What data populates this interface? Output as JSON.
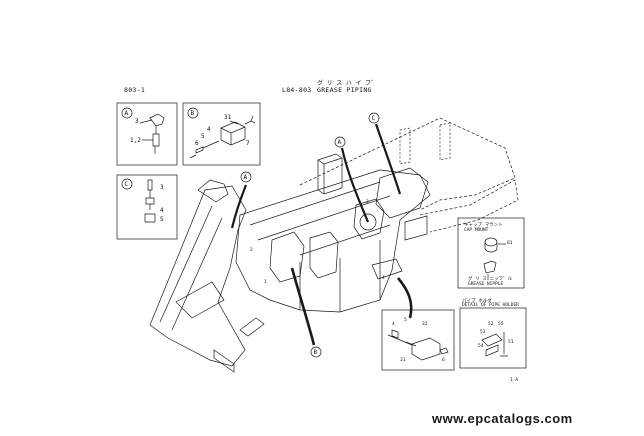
{
  "header": {
    "page_code": "803-1",
    "section_code": "L84-803",
    "title_jp": "グ リ ス ハ イ フ゜",
    "title_en": "GREASE PIPING"
  },
  "details": {
    "a": {
      "letter": "A",
      "labels": [
        "3",
        "1,2"
      ]
    },
    "b": {
      "letter": "B",
      "labels": [
        "31",
        "4",
        "5",
        "6",
        "7"
      ]
    },
    "c": {
      "letter": "C",
      "labels": [
        "3",
        "4",
        "5"
      ]
    }
  },
  "callouts": {
    "main_a1": "A",
    "main_a2": "A",
    "main_c": "C",
    "main_b": "B"
  },
  "part_labels": {
    "p1": "1",
    "p2": "2",
    "p3": "3",
    "p4": "4"
  },
  "cap_mount": {
    "title_jp": "キャップ マウント",
    "title_en": "CAP MOUNT",
    "label": "81"
  },
  "grease_nipple": {
    "title_jp": "グ リ ス ニッフ゜ル",
    "title_en": "GREASE NIPPLE"
  },
  "pipe_holder": {
    "title_jp": "パイプ ホルダ",
    "title_en": "DETAIL OF PIPE HOLDER",
    "labels": [
      "52",
      "53",
      "54",
      "55",
      "51"
    ]
  },
  "bottom_detail": {
    "labels": [
      "4",
      "5",
      "32",
      "31",
      "6"
    ]
  },
  "footer": {
    "page_ref": "1-A",
    "website": "www.epcatalogs.com"
  },
  "colors": {
    "line": "#1a1a1a",
    "paper": "#ffffff"
  }
}
